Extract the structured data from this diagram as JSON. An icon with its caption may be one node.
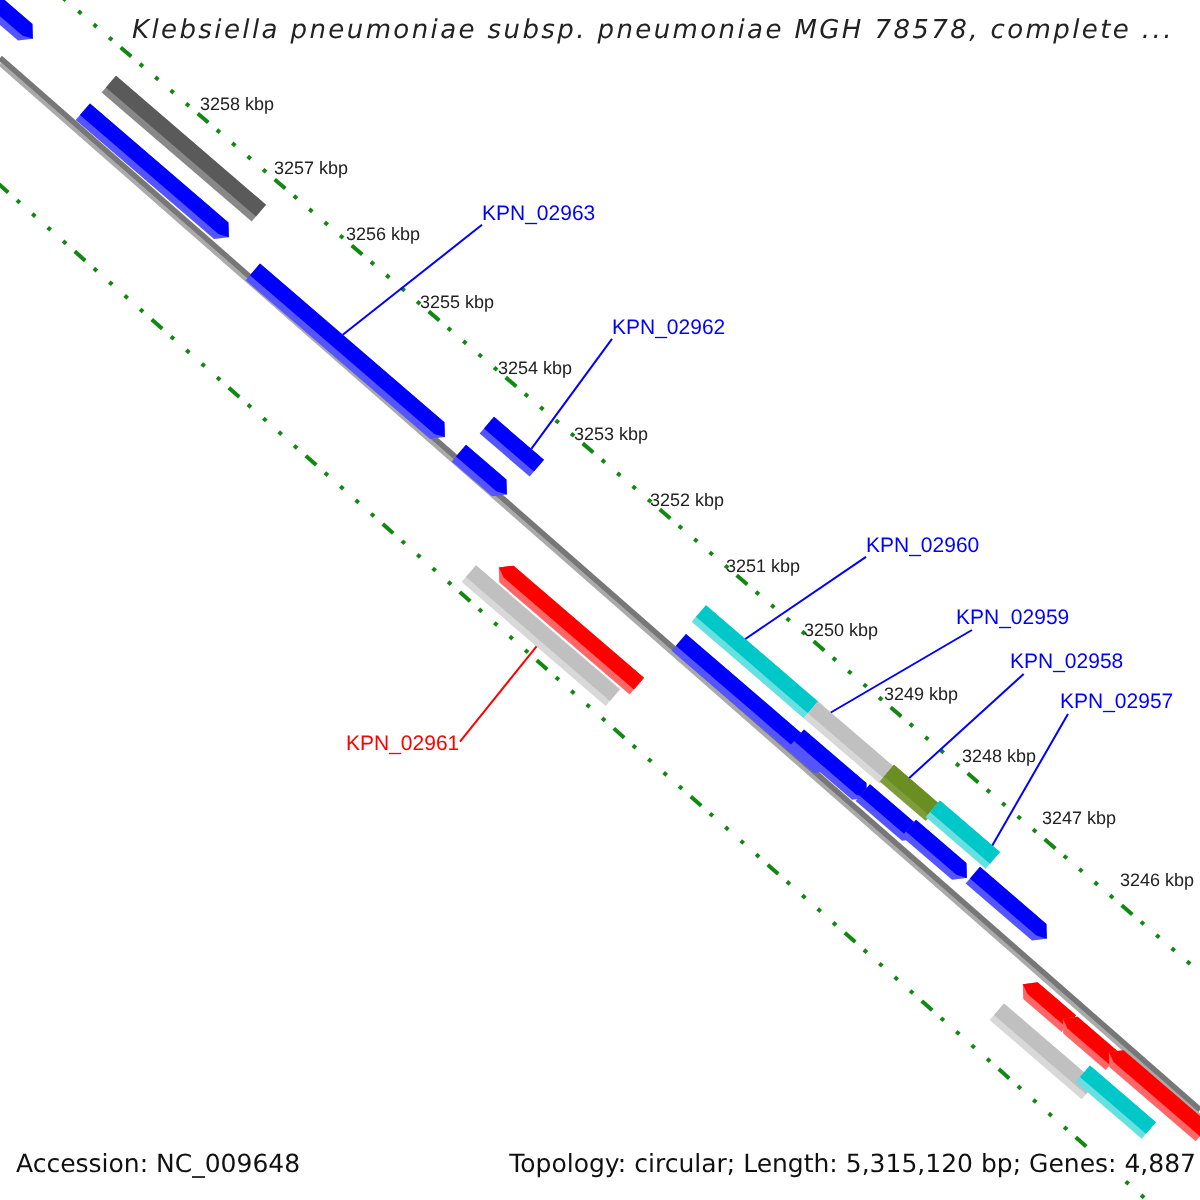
{
  "diagram": {
    "title": "Klebsiella pneumoniae subsp. pneumoniae MGH 78578, complete ...",
    "nodes": [
      {
        "text": [
          "KPN_02963"
        ]
      },
      {
        "text": [
          "KPN_02962"
        ]
      },
      {
        "text": [
          "KPN_02961"
        ]
      },
      {
        "text": [
          "KPN_02960"
        ]
      },
      {
        "text": [
          "KPN_02959"
        ]
      },
      {
        "text": [
          "KPN_02958"
        ]
      },
      {
        "text": [
          "KPN_02957"
        ]
      },
      {
        "text": [],
        "shape": "bar"
      },
      {
        "text": [],
        "shape": "bar"
      },
      {
        "text": [],
        "shape": "bar"
      },
      {
        "text": [],
        "shape": "bar"
      },
      {
        "text": [],
        "shape": "bar"
      },
      {
        "text": [],
        "shape": "bar"
      },
      {
        "text": [],
        "shape": "bar"
      },
      {
        "text": [],
        "shape": "bar"
      },
      {
        "text": [],
        "shape": "bar"
      },
      {
        "text": [],
        "shape": "bar"
      },
      {
        "text": [],
        "shape": "bar"
      },
      {
        "text": [],
        "shape": "bar"
      },
      {
        "text": [],
        "shape": "bar"
      },
      {
        "text": [],
        "shape": "bar"
      },
      {
        "text": [],
        "shape": "bar"
      },
      {
        "text": [],
        "shape": "bar"
      },
      {
        "text": [],
        "shape": "bar"
      },
      {
        "text": [],
        "shape": "bar"
      },
      {
        "text": [],
        "shape": "bar"
      },
      {
        "text": [],
        "shape": "bar"
      },
      {
        "text": [],
        "shape": "bar"
      },
      {
        "text": [],
        "shape": "bar"
      }
    ],
    "edges": [
      {
        "from": 0,
        "to": 10,
        "arrow": "none"
      },
      {
        "from": 1,
        "to": 13,
        "arrow": "none"
      },
      {
        "from": 2,
        "to": 12,
        "arrow": "none",
        "color": "#ff0000"
      },
      {
        "from": 3,
        "to": 16,
        "arrow": "none"
      },
      {
        "from": 4,
        "to": 18,
        "arrow": "none"
      },
      {
        "from": 5,
        "to": 20,
        "arrow": "none"
      },
      {
        "from": 6,
        "to": 22,
        "arrow": "none"
      }
    ],
    "labels": [
      "3258 kbp",
      "3257 kbp",
      "3256 kbp",
      "3255 kbp",
      "3254 kbp",
      "3253 kbp",
      "3252 kbp",
      "3251 kbp",
      "3250 kbp",
      "3249 kbp",
      "3248 kbp",
      "3247 kbp",
      "3246 kbp",
      "Accession: NC_009648",
      "Topology: circular; Length: 5,315,120 bp; Genes: 4,887"
    ]
  }
}
